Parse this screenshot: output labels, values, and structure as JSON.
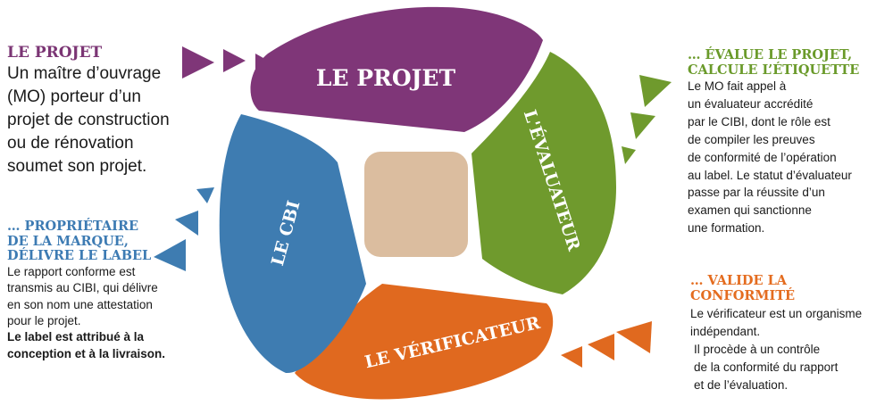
{
  "colors": {
    "projet": "#7f3678",
    "cibi": "#3e7cb1",
    "evaluateur": "#6f9a2d",
    "verificateur": "#e0691f",
    "center": "#dbbd9f"
  },
  "segments": {
    "projet": "LE PROJET",
    "cibi": "LE CBI",
    "evaluateur": "L'ÉVALUATEUR",
    "verificateur": "LE VÉRIFICATEUR"
  },
  "projet_block": {
    "heading": "LE PROJET",
    "lines": [
      "Un maître d’ouvrage",
      "(MO) porteur d’un",
      "projet de construction",
      "ou de rénovation",
      "soumet son projet."
    ]
  },
  "cibi_block": {
    "heading_lines": [
      "… PROPRIÉTAIRE",
      "DE LA MARQUE,",
      "DÉLIVRE LE LABEL"
    ],
    "lines": [
      "Le rapport conforme est",
      "transmis au CIBI, qui délivre",
      "en son nom une attestation",
      "pour le projet."
    ],
    "bold_lines": [
      "Le label est attribué à la",
      "conception et à la livraison."
    ]
  },
  "eval_block": {
    "heading_lines": [
      "… ÉVALUE LE PROJET,",
      "CALCULE L’ÉTIQUETTE"
    ],
    "lines": [
      "Le MO fait appel à",
      "un évaluateur accrédité",
      "par le CIBI, dont le rôle est",
      "de compiler les preuves",
      "de conformité de l’opération",
      "au label. Le statut d’évaluateur",
      "passe par la réussite d’un",
      "examen qui sanctionne",
      "une formation."
    ]
  },
  "verif_block": {
    "heading": "… VALIDE LA CONFORMITÉ",
    "lines": [
      "Le vérificateur est un organisme",
      "indépendant.",
      "Il procède à un contrôle",
      "de la conformité du rapport",
      "et de l’évaluation."
    ]
  }
}
